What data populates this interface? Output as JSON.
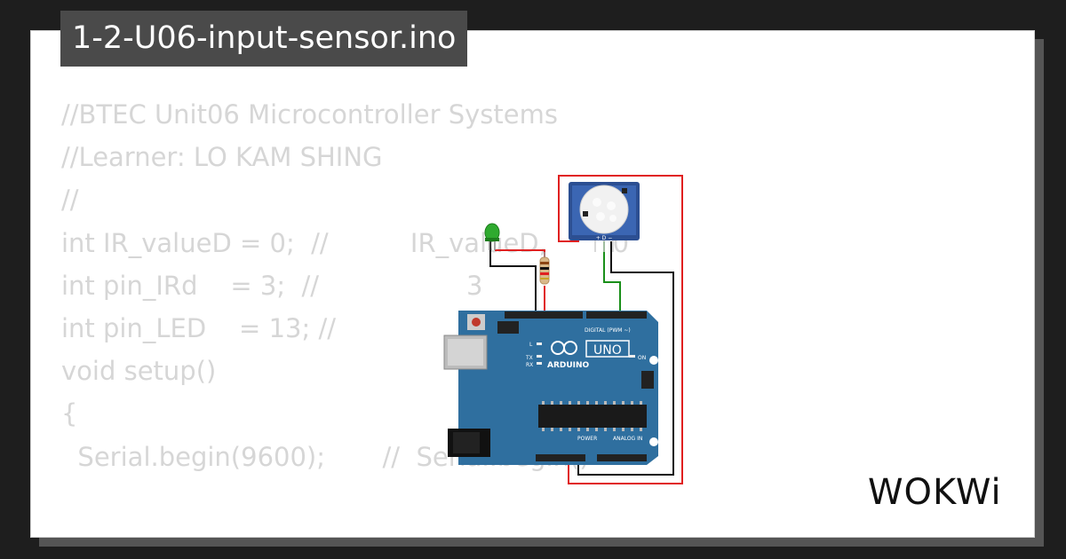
{
  "title": "1-2-U06-input-sensor.ino",
  "code_lines": [
    "//BTEC Unit06 Microcontroller Systems",
    "//Learner: LO KAM SHING",
    "//",
    "",
    "int IR_valueD = 0;  //          IR_valueD,        0",
    "int pin_IRd    = 3;  //                  3",
    "int pin_LED    = 13; //                13",
    "",
    "void setup()",
    "{",
    "  Serial.begin(9600);       //  Serial.begin()"
  ],
  "board": {
    "brand": "ARDUINO",
    "model": "UNO",
    "digital_header_label": "DIGITAL (PWM ~)",
    "power_label": "POWER",
    "analog_label": "ANALOG IN",
    "on_label": "ON",
    "tx_label": "TX",
    "rx_label": "RX",
    "l_label": "L"
  },
  "pir_pins_label": "+ D −",
  "logo_text": "WOKWi",
  "colors": {
    "background": "#1e1e1e",
    "card": "#ffffff",
    "code_text": "#d6d6d6",
    "title_bg": "#4a4a4a",
    "board": "#2f6f9f",
    "wire_red": "#e02020",
    "wire_black": "#111111",
    "wire_green": "#1a8f1a",
    "led": "#2faa2f"
  }
}
